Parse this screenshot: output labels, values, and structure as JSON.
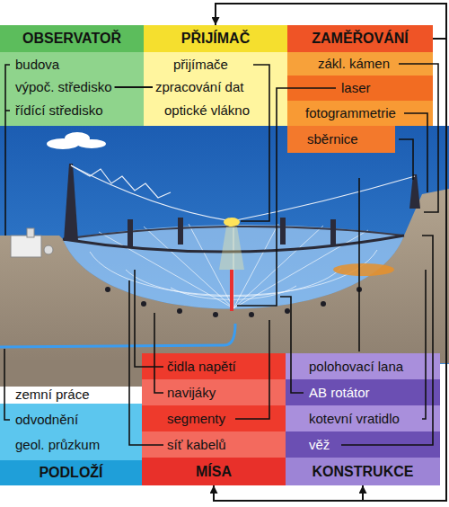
{
  "diagram": {
    "nodes": [
      {
        "text": [
          "OBSERVATOŘ"
        ]
      },
      {
        "text": [
          "budova"
        ],
        "in": 0
      },
      {
        "text": [
          "výpoč. středisko"
        ],
        "in": 0
      },
      {
        "text": [
          "řídící středisko"
        ],
        "in": 0
      },
      {
        "text": [
          "PŘIJÍMAČ"
        ]
      },
      {
        "text": [
          "přijímače"
        ],
        "in": 4
      },
      {
        "text": [
          "zpracování dat"
        ],
        "in": 4
      },
      {
        "text": [
          "optické vlákno"
        ],
        "in": 4
      },
      {
        "text": [
          "ZAMĚŘOVÁNÍ"
        ]
      },
      {
        "text": [
          "zákl. kámen"
        ],
        "in": 8
      },
      {
        "text": [
          "laser"
        ],
        "in": 8
      },
      {
        "text": [
          "fotogrammetrie"
        ],
        "in": 8
      },
      {
        "text": [
          "sběrnice"
        ],
        "in": 8
      },
      {
        "text": [
          "PODLOŽÍ"
        ]
      },
      {
        "text": [
          "zemní práce"
        ],
        "in": 13
      },
      {
        "text": [
          "odvodnění"
        ],
        "in": 13
      },
      {
        "text": [
          "geol. průzkum"
        ],
        "in": 13
      },
      {
        "text": [
          "MÍSA"
        ]
      },
      {
        "text": [
          "čidla napětí"
        ],
        "in": 17
      },
      {
        "text": [
          "navijáky"
        ],
        "in": 17
      },
      {
        "text": [
          "segmenty"
        ],
        "in": 17
      },
      {
        "text": [
          "síť kabelů"
        ],
        "in": 17
      },
      {
        "text": [
          "KONSTRUKCE"
        ]
      },
      {
        "text": [
          "polohovací lana"
        ],
        "in": 22
      },
      {
        "text": [
          "AB rotátor"
        ],
        "in": 22
      },
      {
        "text": [
          "kotevní vratidlo"
        ],
        "in": 22
      },
      {
        "text": [
          "věž"
        ],
        "in": 22
      }
    ],
    "edges": [
      {
        "from": 8,
        "to": 4,
        "arrow": "to"
      },
      {
        "from": 8,
        "to": 17,
        "arrow": "to"
      },
      {
        "from": 8,
        "to": 22,
        "arrow": "to"
      },
      {
        "from": 2,
        "to": 6,
        "arrow": "none"
      }
    ]
  }
}
